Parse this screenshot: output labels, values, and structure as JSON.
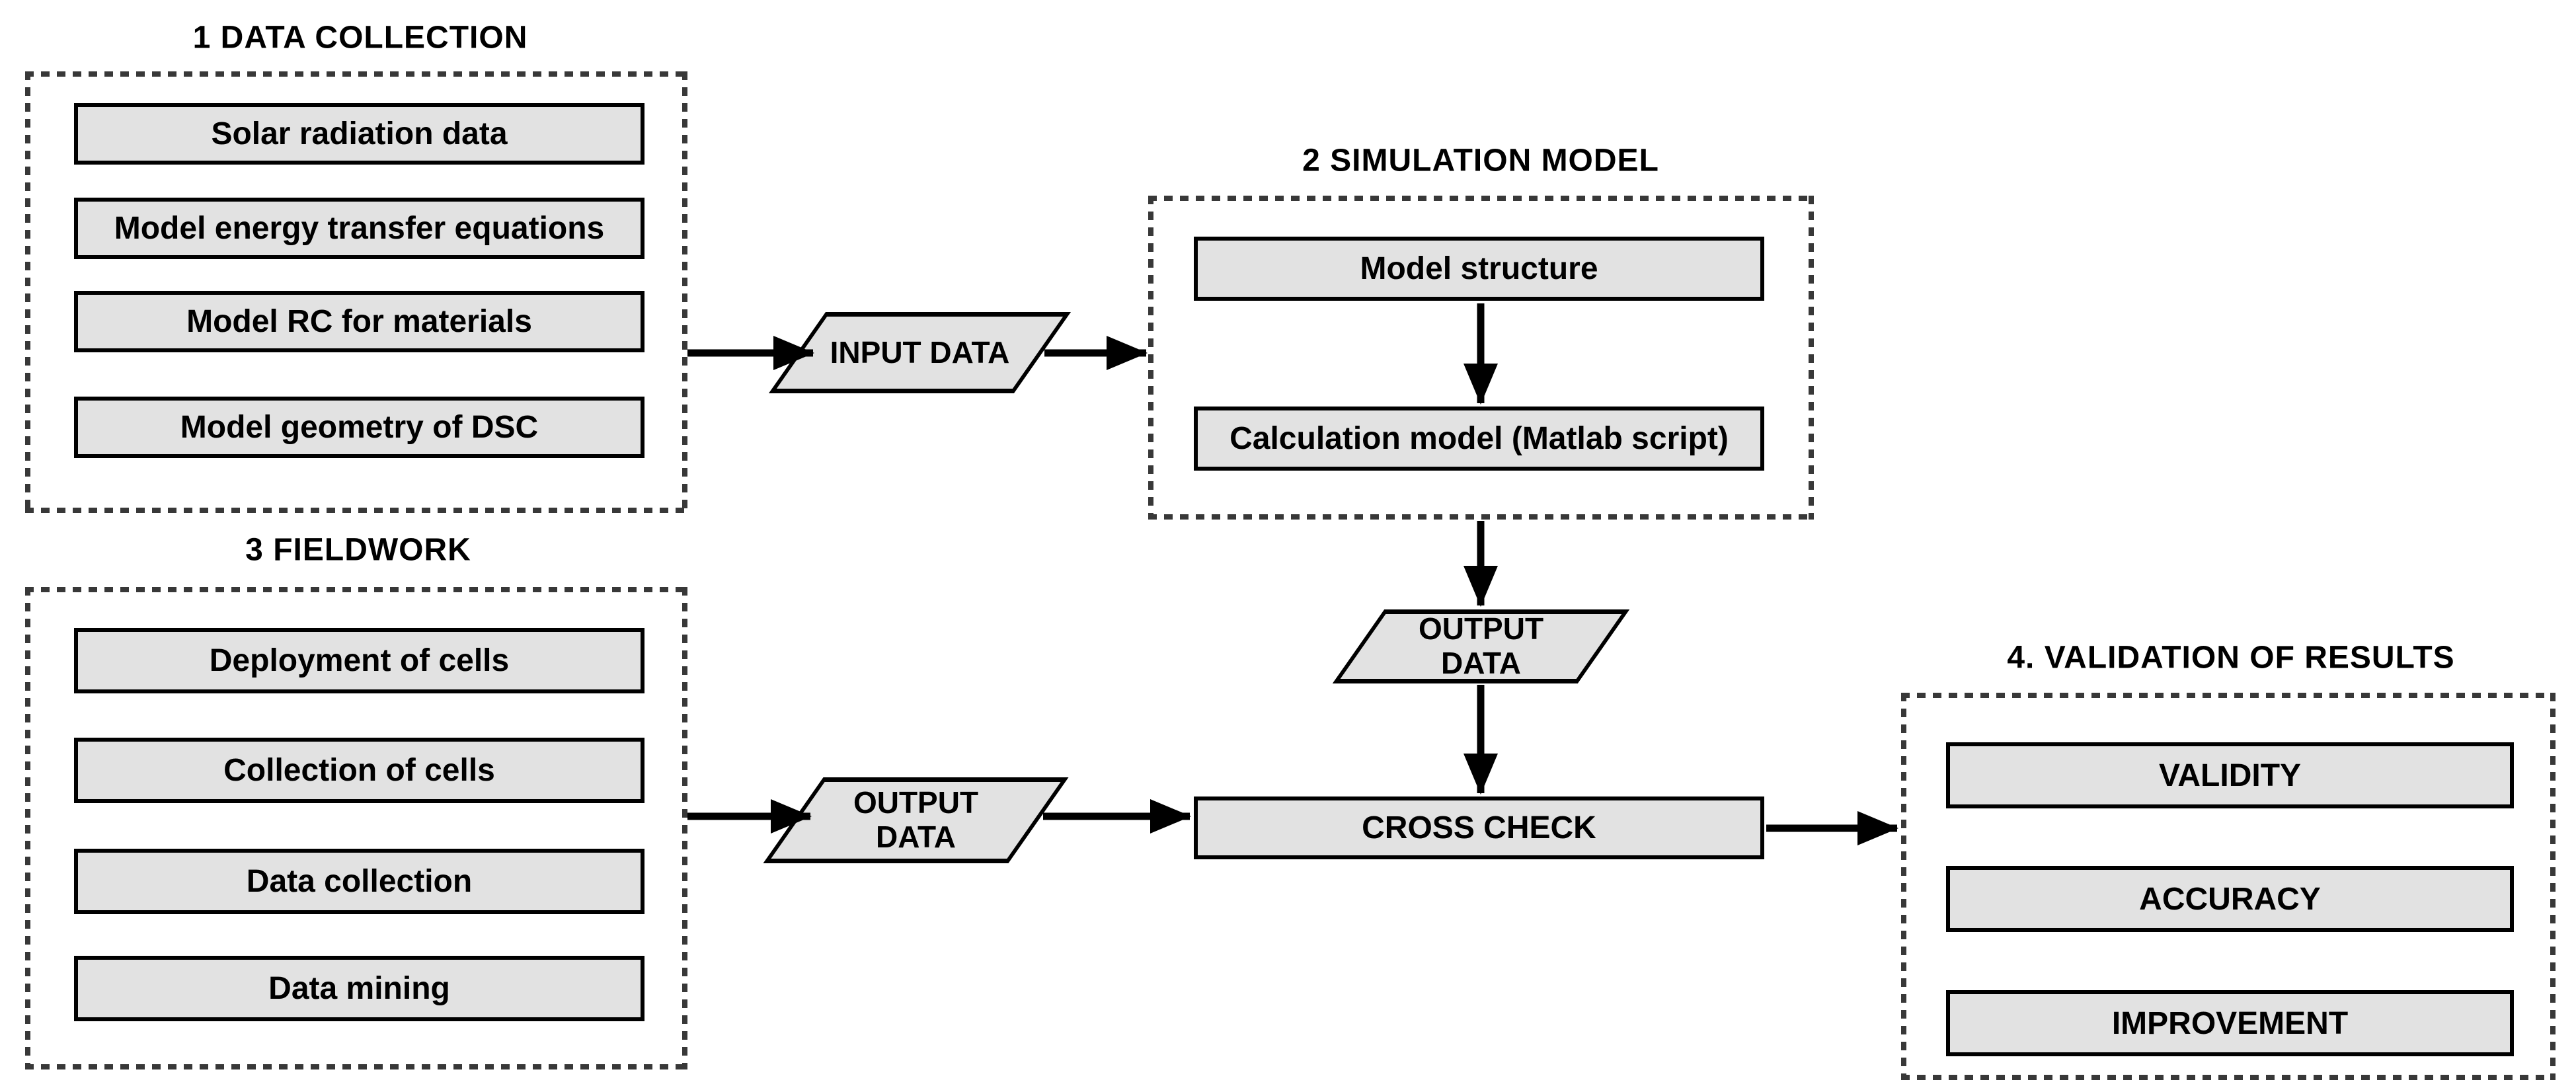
{
  "groups": [
    {
      "title": "1 DATA COLLECTION",
      "items": [
        "Solar radiation data",
        "Model energy transfer equations",
        "Model RC for materials",
        "Model geometry of DSC"
      ]
    },
    {
      "title": "2 SIMULATION MODEL",
      "items": [
        "Model structure",
        "Calculation model (Matlab script)"
      ]
    },
    {
      "title": "3 FIELDWORK",
      "items": [
        "Deployment of cells",
        "Collection of cells",
        "Data collection",
        "Data mining"
      ]
    },
    {
      "title": "4. VALIDATION OF RESULTS",
      "items": [
        "VALIDITY",
        "ACCURACY",
        "IMPROVEMENT"
      ]
    }
  ],
  "nodes": {
    "input_data": {
      "label": "INPUT DATA"
    },
    "output_data_model": {
      "line1": "OUTPUT",
      "line2": "DATA"
    },
    "output_data_fieldwork": {
      "line1": "OUTPUT",
      "line2": "DATA"
    },
    "cross_check": {
      "label": "CROSS CHECK"
    }
  },
  "colors": {
    "node_fill": "#e2e2e2",
    "node_border": "#000000",
    "dash_border": "#383838",
    "background": "#ffffff",
    "text": "#000000"
  }
}
